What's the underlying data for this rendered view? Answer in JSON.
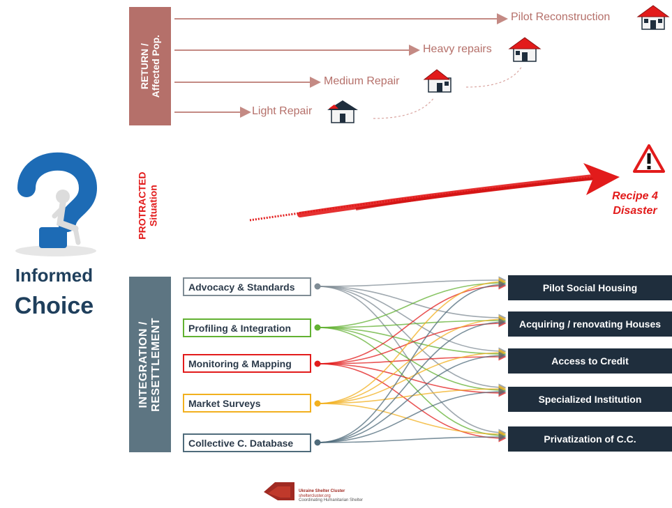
{
  "bands": {
    "return_line1": "RETURN /",
    "return_line2": "Affected Pop.",
    "protracted_line1": "PROTRACTED",
    "protracted_line2": "Situation",
    "integration_line1": "INTEGRATION /",
    "integration_line2": "RESETTLEMENT"
  },
  "return_steps": [
    "Pilot Reconstruction",
    "Heavy repairs",
    "Medium Repair",
    "Light Repair"
  ],
  "recipe": {
    "line1": "Recipe 4",
    "line2": "Disaster"
  },
  "informed_choice": {
    "line1": "Informed",
    "line2": "Choice"
  },
  "sources": [
    {
      "label": "Advocacy & Standards",
      "color": "#7f8c95"
    },
    {
      "label": "Profiling & Integration",
      "color": "#62b132"
    },
    {
      "label": "Monitoring & Mapping",
      "color": "#e21b1b"
    },
    {
      "label": "Market Surveys",
      "color": "#f2b01e"
    },
    {
      "label": "Collective C. Database",
      "color": "#4f6b7b"
    }
  ],
  "targets": [
    "Pilot Social Housing",
    "Acquiring / renovating Houses",
    "Access to Credit",
    "Specialized Institution",
    "Privatization of C.C."
  ],
  "colors": {
    "return_band": "#b5706a",
    "integration_band": "#5d7582",
    "protracted": "#e21b1b",
    "target_box": "#1f2e3d",
    "informed_choice": "#1f3f5c"
  },
  "footer": {
    "org": "Ukraine Shelter Cluster",
    "site": "sheltercluster.org",
    "tagline": "Coordinating Humanitarian Shelter"
  },
  "icons": [
    "house-icon",
    "question-mark-figure-icon",
    "warning-triangle-icon",
    "red-arrow-icon",
    "shelter-cluster-logo-icon"
  ]
}
